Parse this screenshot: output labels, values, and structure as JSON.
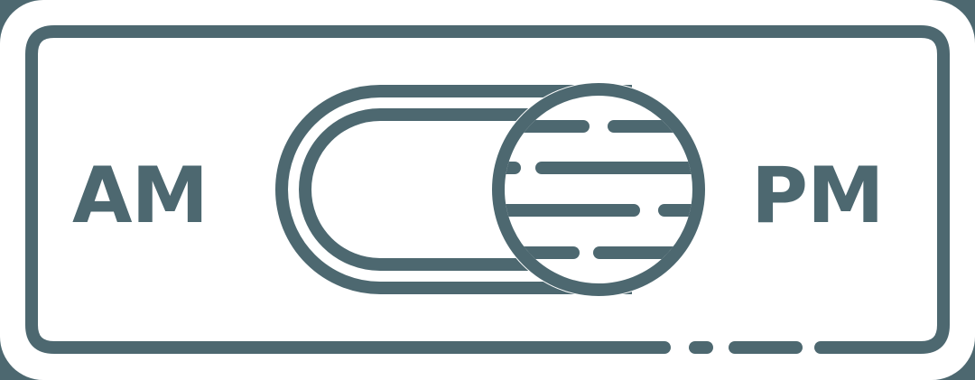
{
  "colors": {
    "ink": "#4d6870",
    "paper": "#ffffff"
  },
  "toggle": {
    "left_label": "AM",
    "right_label": "PM",
    "state": "PM",
    "knob_icon": "striped-sphere-icon"
  },
  "frame": {
    "icon": "rounded-rectangle-frame-icon",
    "bottom_edge_style": "dashed-segments"
  }
}
